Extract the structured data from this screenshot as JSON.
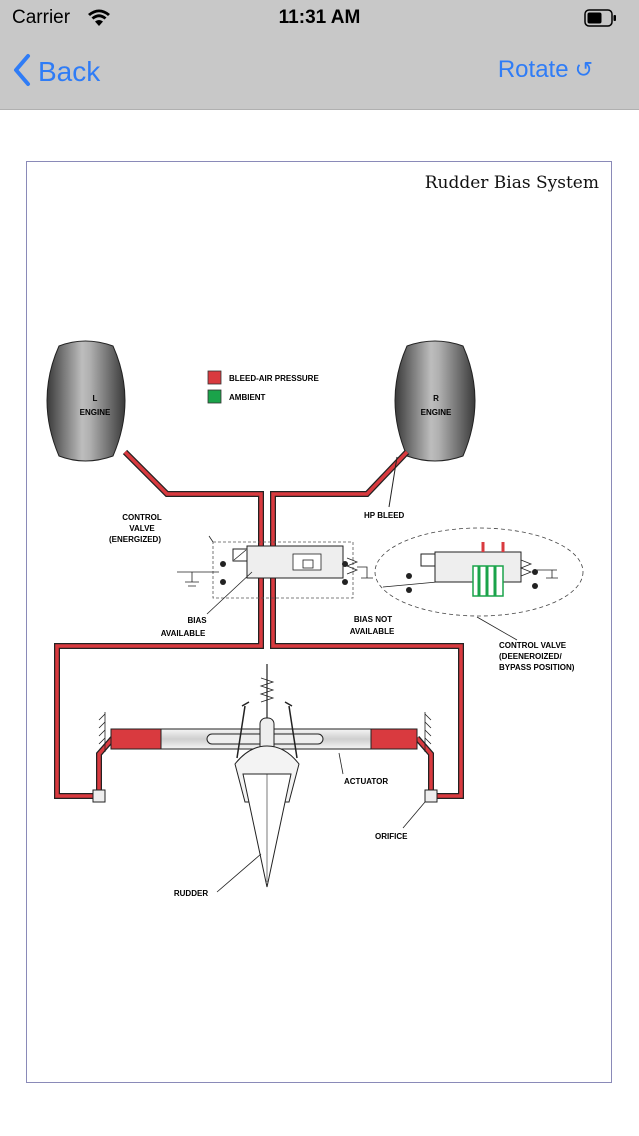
{
  "status": {
    "carrier": "Carrier",
    "time": "11:31 AM"
  },
  "nav": {
    "back_label": "Back",
    "rotate_label": "Rotate",
    "rotate_icon": "↺"
  },
  "diagram": {
    "title": "Rudder Bias System",
    "legend": {
      "bleed": "BLEED-AIR PRESSURE",
      "ambient": "AMBIENT"
    },
    "left_engine": [
      "L",
      "ENGINE"
    ],
    "right_engine": [
      "R",
      "ENGINE"
    ],
    "hp_bleed": "HP BLEED",
    "control_valve_energized": [
      "CONTROL",
      "VALVE",
      "(ENERGIZED)"
    ],
    "bias_available": [
      "BIAS",
      "AVAILABLE"
    ],
    "bias_not_available": [
      "BIAS NOT",
      "AVAILABLE"
    ],
    "control_valve_deenergized": [
      "CONTROL VALVE",
      "(DEENEROIZED/",
      "BYPASS POSITION)"
    ],
    "actuator": "ACTUATOR",
    "orifice": "ORIFICE",
    "rudder": "RUDDER"
  },
  "colors": {
    "bleed": "#d93a3f",
    "ambient": "#1aa34a",
    "accent": "#2f7cf6",
    "bar": "#c8c8c8"
  }
}
